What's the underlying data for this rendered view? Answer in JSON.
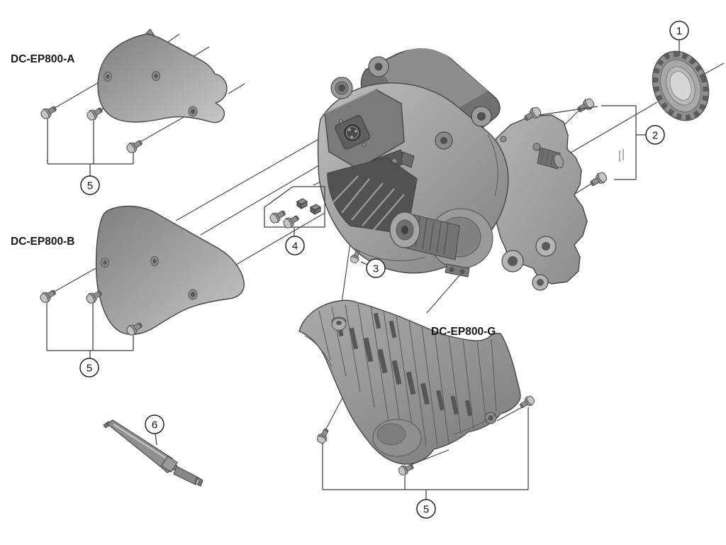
{
  "diagram": {
    "type": "exploded-parts-diagram",
    "background": "#ffffff"
  },
  "labels": {
    "cover_a": "DC-EP800-A",
    "cover_b": "DC-EP800-B",
    "skid_plate": "DC-EP800-G"
  },
  "callouts": {
    "lockring": "1",
    "mount_screws": "2",
    "sensor_screw": "3",
    "hardware_set": "4",
    "cover_screws_a": "5",
    "cover_screws_b": "5",
    "skid_plate_screws": "5",
    "plug_tool": "6"
  },
  "parts": [
    "lockring",
    "drive-unit",
    "drive-unit-cover-a",
    "drive-unit-cover-b",
    "skid-plate-g",
    "mounting-screws",
    "sensor-screw",
    "hardware-set-screws-and-nuts",
    "cover-fixing-screws",
    "plug-tool"
  ],
  "colors": {
    "line": "#3f3f3f",
    "part_light": "#c2c2c2",
    "part_mid": "#9a9a9a",
    "part_dark": "#5f5f5f",
    "text": "#171717",
    "callout_fill": "#ffffff"
  }
}
